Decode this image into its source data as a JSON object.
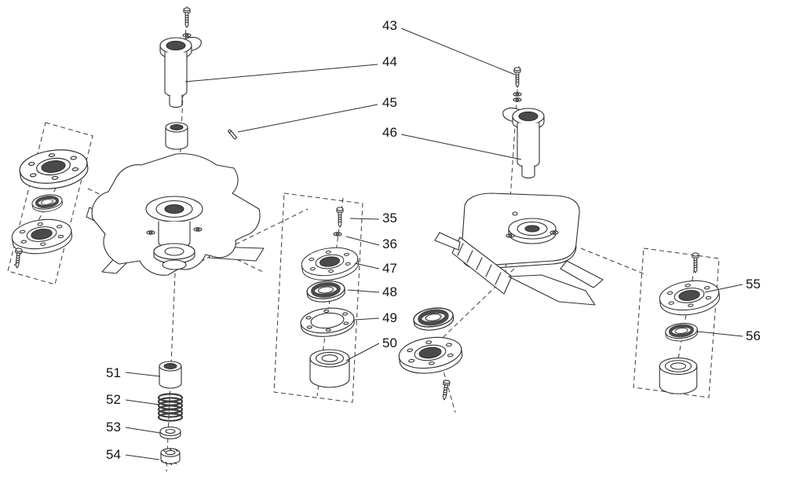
{
  "figure": {
    "kind": "exploded-parts-diagram"
  },
  "colors": {
    "background": "#ffffff",
    "ink": "#2f2f2f",
    "dark_fill": "#4a4a4a"
  },
  "callouts": [
    {
      "label": "43"
    },
    {
      "label": "44"
    },
    {
      "label": "45"
    },
    {
      "label": "46"
    },
    {
      "label": "35"
    },
    {
      "label": "36"
    },
    {
      "label": "47"
    },
    {
      "label": "48"
    },
    {
      "label": "49"
    },
    {
      "label": "50"
    },
    {
      "label": "51"
    },
    {
      "label": "52"
    },
    {
      "label": "53"
    },
    {
      "label": "54"
    },
    {
      "label": "55"
    },
    {
      "label": "56"
    }
  ]
}
